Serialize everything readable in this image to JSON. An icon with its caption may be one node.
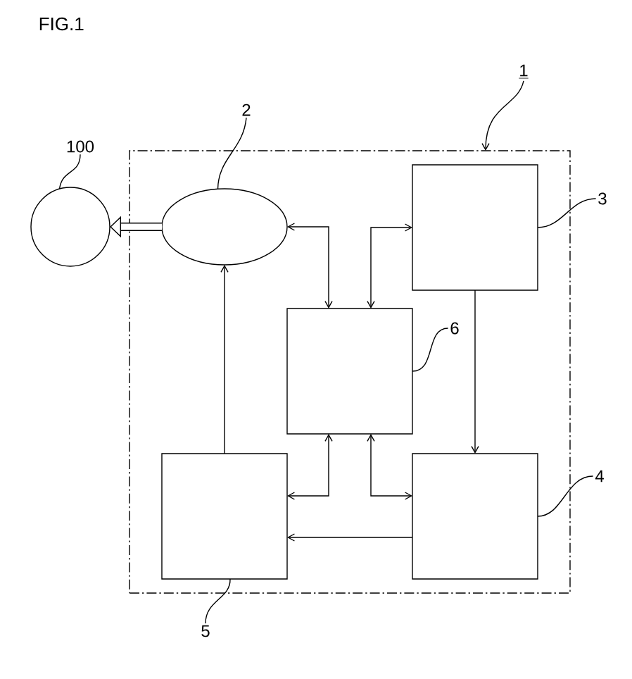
{
  "diagram": {
    "title": "FIG.1",
    "nodes": [
      {
        "text": [
          "1"
        ]
      },
      {
        "text": [],
        "shape": "box"
      },
      {
        "text": [
          "2"
        ]
      },
      {
        "text": [
          "100"
        ]
      },
      {
        "text": [],
        "shape": "circle"
      },
      {
        "text": [],
        "shape": "ellipse",
        "in": 1
      },
      {
        "text": [],
        "shape": "box",
        "in": 1
      },
      {
        "text": [
          "3"
        ]
      },
      {
        "text": [],
        "shape": "box",
        "in": 1
      },
      {
        "text": [
          "6"
        ],
        "in": 1
      },
      {
        "text": [],
        "shape": "box",
        "in": 1
      },
      {
        "text": [
          "4"
        ]
      },
      {
        "text": [],
        "shape": "box",
        "in": 1
      },
      {
        "text": [
          "5"
        ]
      }
    ],
    "edges": [
      {
        "from": 0,
        "to": 1,
        "arrow": "to"
      },
      {
        "from": 2,
        "to": 5,
        "arrow": "none"
      },
      {
        "from": 3,
        "to": 4,
        "arrow": "none"
      },
      {
        "from": 7,
        "to": 6,
        "arrow": "none"
      },
      {
        "from": 9,
        "to": 8,
        "arrow": "none"
      },
      {
        "from": 11,
        "to": 10,
        "arrow": "none"
      },
      {
        "from": 13,
        "to": 12,
        "arrow": "none"
      },
      {
        "from": 5,
        "to": 4,
        "arrow": "to",
        "style": "thick"
      },
      {
        "from": 5,
        "to": 8,
        "arrow": "both"
      },
      {
        "from": 6,
        "to": 8,
        "arrow": "both"
      },
      {
        "from": 6,
        "to": 10,
        "arrow": "to"
      },
      {
        "from": 12,
        "to": 5,
        "arrow": "to"
      },
      {
        "from": 8,
        "to": 12,
        "arrow": "both"
      },
      {
        "from": 8,
        "to": 10,
        "arrow": "both"
      },
      {
        "from": 10,
        "to": 12,
        "arrow": "to"
      }
    ]
  }
}
